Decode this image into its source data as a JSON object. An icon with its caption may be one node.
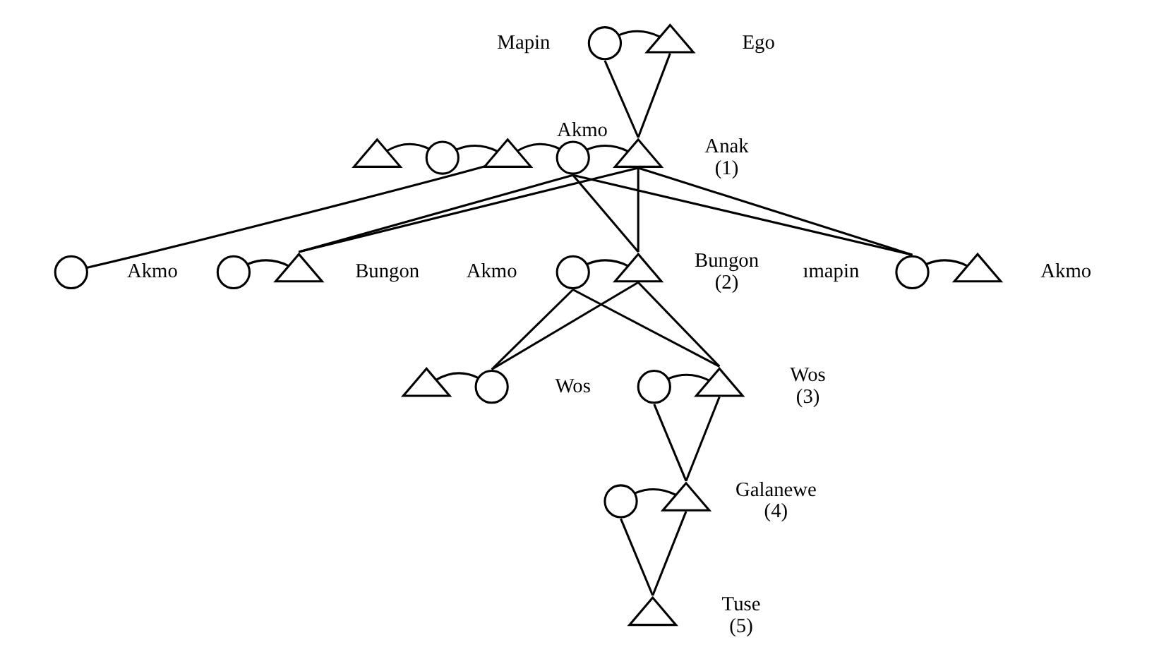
{
  "diagram": {
    "nodes": [
      {
        "text": [],
        "shape": "circle",
        "beside": [
          "Mapin"
        ]
      },
      {
        "text": [],
        "shape": "triangle",
        "beside": [
          "Ego"
        ]
      },
      {
        "text": [],
        "shape": "triangle"
      },
      {
        "text": [],
        "shape": "circle"
      },
      {
        "text": [],
        "shape": "circle"
      },
      {
        "text": [],
        "shape": "triangle"
      },
      {
        "text": [],
        "shape": "circle",
        "beside": [
          "Akmo"
        ]
      },
      {
        "text": [],
        "shape": "triangle",
        "beside": [
          "Anak",
          "(1)"
        ]
      },
      {
        "text": [],
        "shape": "circle",
        "beside": [
          "Akmo"
        ]
      },
      {
        "text": [],
        "shape": "triangle",
        "beside": [
          "Bungon"
        ]
      },
      {
        "text": [],
        "shape": "circle",
        "beside": [
          "Akmo"
        ]
      },
      {
        "text": [],
        "shape": "triangle",
        "beside": [
          "Bungon",
          "(2)"
        ]
      },
      {
        "text": [],
        "shape": "circle",
        "beside": [
          "ımapin"
        ]
      },
      {
        "text": [],
        "shape": "triangle",
        "beside": [
          "Akmo"
        ]
      },
      {
        "text": [],
        "shape": "triangle"
      },
      {
        "text": [],
        "shape": "circle",
        "beside": [
          "Wos"
        ]
      },
      {
        "text": [],
        "shape": "circle"
      },
      {
        "text": [],
        "shape": "triangle",
        "beside": [
          "Wos",
          "(3)"
        ]
      },
      {
        "text": [],
        "shape": "circle"
      },
      {
        "text": [],
        "shape": "triangle",
        "beside": [
          "Galanewe",
          "(4)"
        ]
      },
      {
        "text": [],
        "shape": "triangle",
        "beside": [
          "Tuse",
          "(5)"
        ]
      }
    ],
    "edges": [
      {
        "from": 0,
        "to": 1,
        "arrow": "none"
      },
      {
        "from": 0,
        "to": 7,
        "arrow": "none"
      },
      {
        "from": 1,
        "to": 7,
        "arrow": "none"
      },
      {
        "from": 3,
        "to": 5,
        "arrow": "none"
      },
      {
        "from": 5,
        "to": 6,
        "arrow": "none"
      },
      {
        "from": 2,
        "to": 3,
        "arrow": "none"
      },
      {
        "from": 4,
        "to": 5,
        "arrow": "none"
      },
      {
        "from": 6,
        "to": 7,
        "arrow": "none"
      },
      {
        "from": 6,
        "to": 9,
        "arrow": "none"
      },
      {
        "from": 7,
        "to": 9,
        "arrow": "none"
      },
      {
        "from": 6,
        "to": 11,
        "arrow": "none"
      },
      {
        "from": 7,
        "to": 11,
        "arrow": "none"
      },
      {
        "from": 6,
        "to": 12,
        "arrow": "none"
      },
      {
        "from": 7,
        "to": 12,
        "arrow": "none"
      },
      {
        "from": 8,
        "to": 9,
        "arrow": "none"
      },
      {
        "from": 10,
        "to": 11,
        "arrow": "none"
      },
      {
        "from": 12,
        "to": 13,
        "arrow": "none"
      },
      {
        "from": 10,
        "to": 15,
        "arrow": "none"
      },
      {
        "from": 11,
        "to": 15,
        "arrow": "none"
      },
      {
        "from": 10,
        "to": 17,
        "arrow": "none"
      },
      {
        "from": 11,
        "to": 17,
        "arrow": "none"
      },
      {
        "from": 14,
        "to": 15,
        "arrow": "none"
      },
      {
        "from": 16,
        "to": 17,
        "arrow": "none"
      },
      {
        "from": 16,
        "to": 19,
        "arrow": "none"
      },
      {
        "from": 17,
        "to": 19,
        "arrow": "none"
      },
      {
        "from": 18,
        "to": 19,
        "arrow": "none"
      },
      {
        "from": 18,
        "to": 20,
        "arrow": "none"
      },
      {
        "from": 19,
        "to": 20,
        "arrow": "none"
      }
    ]
  }
}
